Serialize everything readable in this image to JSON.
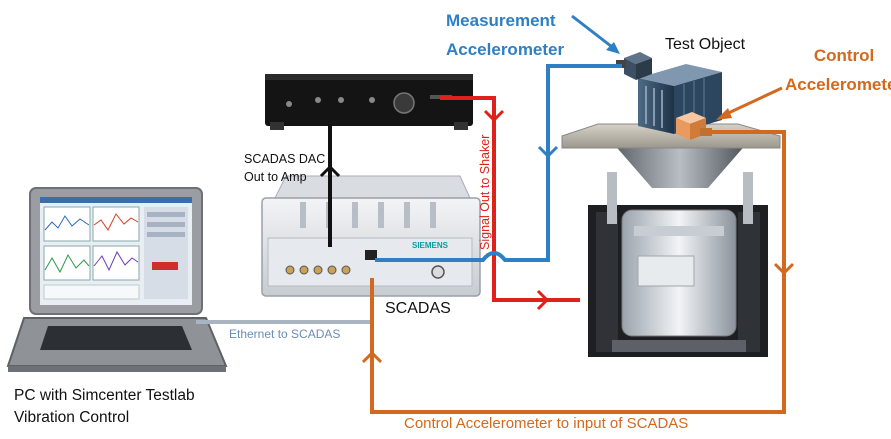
{
  "labels": {
    "measurement_line1": "Measurement",
    "measurement_line2": "Accelerometer",
    "test_object": "Test Object",
    "control_line1": "Control",
    "control_line2": "Accelerometer",
    "dac_line1": "SCADAS  DAC",
    "dac_line2": "Out to Amp",
    "signal_out": "Signal Out to Shaker",
    "scadas": "SCADAS",
    "ethernet": "Ethernet to SCADAS",
    "pc_line1": "PC with Simcenter Testlab",
    "pc_line2": "Vibration Control",
    "control_to_scadas": "Control Accelerometer to input of SCADAS"
  },
  "devices": {
    "scadas_brand": "SIEMENS"
  },
  "colors": {
    "measurement": "#2e7fc4",
    "control": "#d2691e",
    "signal": "#e0201a",
    "dac": "#111111",
    "ethernet": "#a9b4c2"
  }
}
